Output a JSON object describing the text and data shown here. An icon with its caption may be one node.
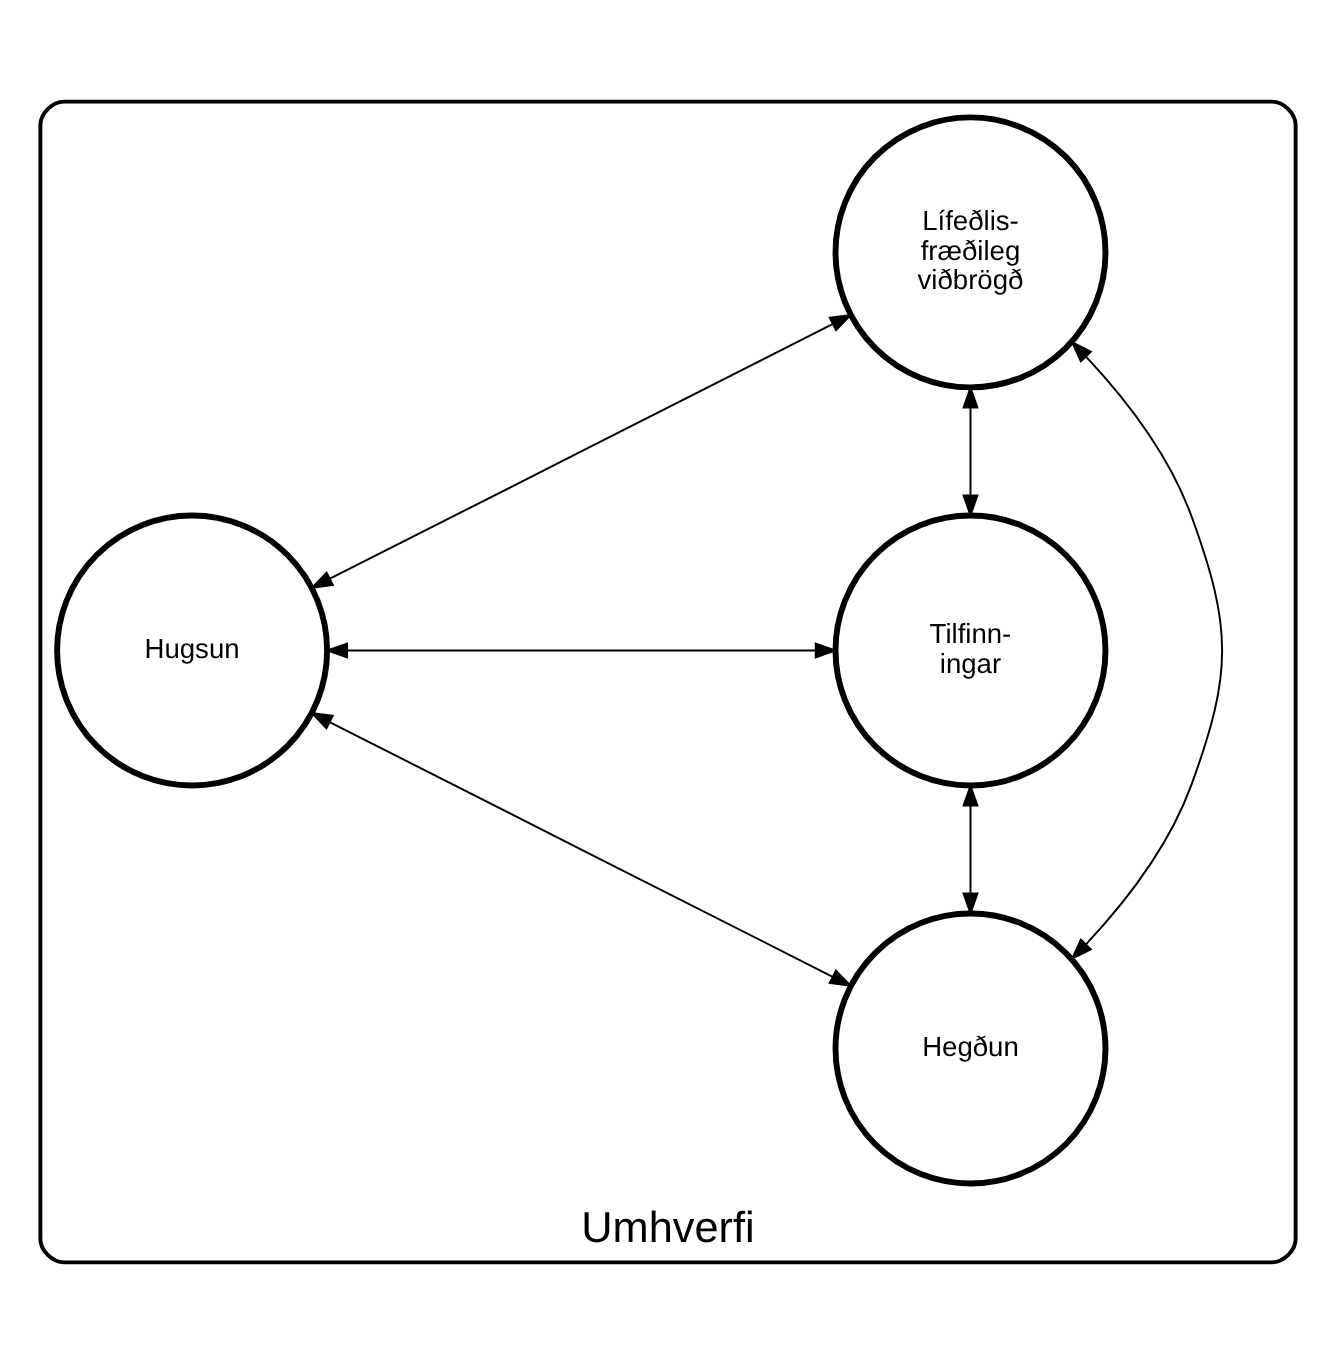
{
  "diagram": {
    "nodes": [
      {
        "text": [
          "Umhverfi"
        ]
      },
      {
        "text": [
          "Lífeðlis- fræðileg viðbrögð"
        ],
        "in": 0
      },
      {
        "text": [
          "Hugsun"
        ],
        "in": 0
      },
      {
        "text": [
          "Tilfinn- ingar"
        ],
        "in": 0
      },
      {
        "text": [
          "Hegðun"
        ],
        "in": 0
      }
    ],
    "edges": [
      {
        "from": 1,
        "to": 2,
        "arrow": "both"
      },
      {
        "from": 1,
        "to": 3,
        "arrow": "both"
      },
      {
        "from": 2,
        "to": 3,
        "arrow": "both"
      },
      {
        "from": 1,
        "to": 4,
        "arrow": "both"
      },
      {
        "from": 2,
        "to": 4,
        "arrow": "both"
      },
      {
        "from": 3,
        "to": 4,
        "arrow": "both"
      }
    ]
  }
}
